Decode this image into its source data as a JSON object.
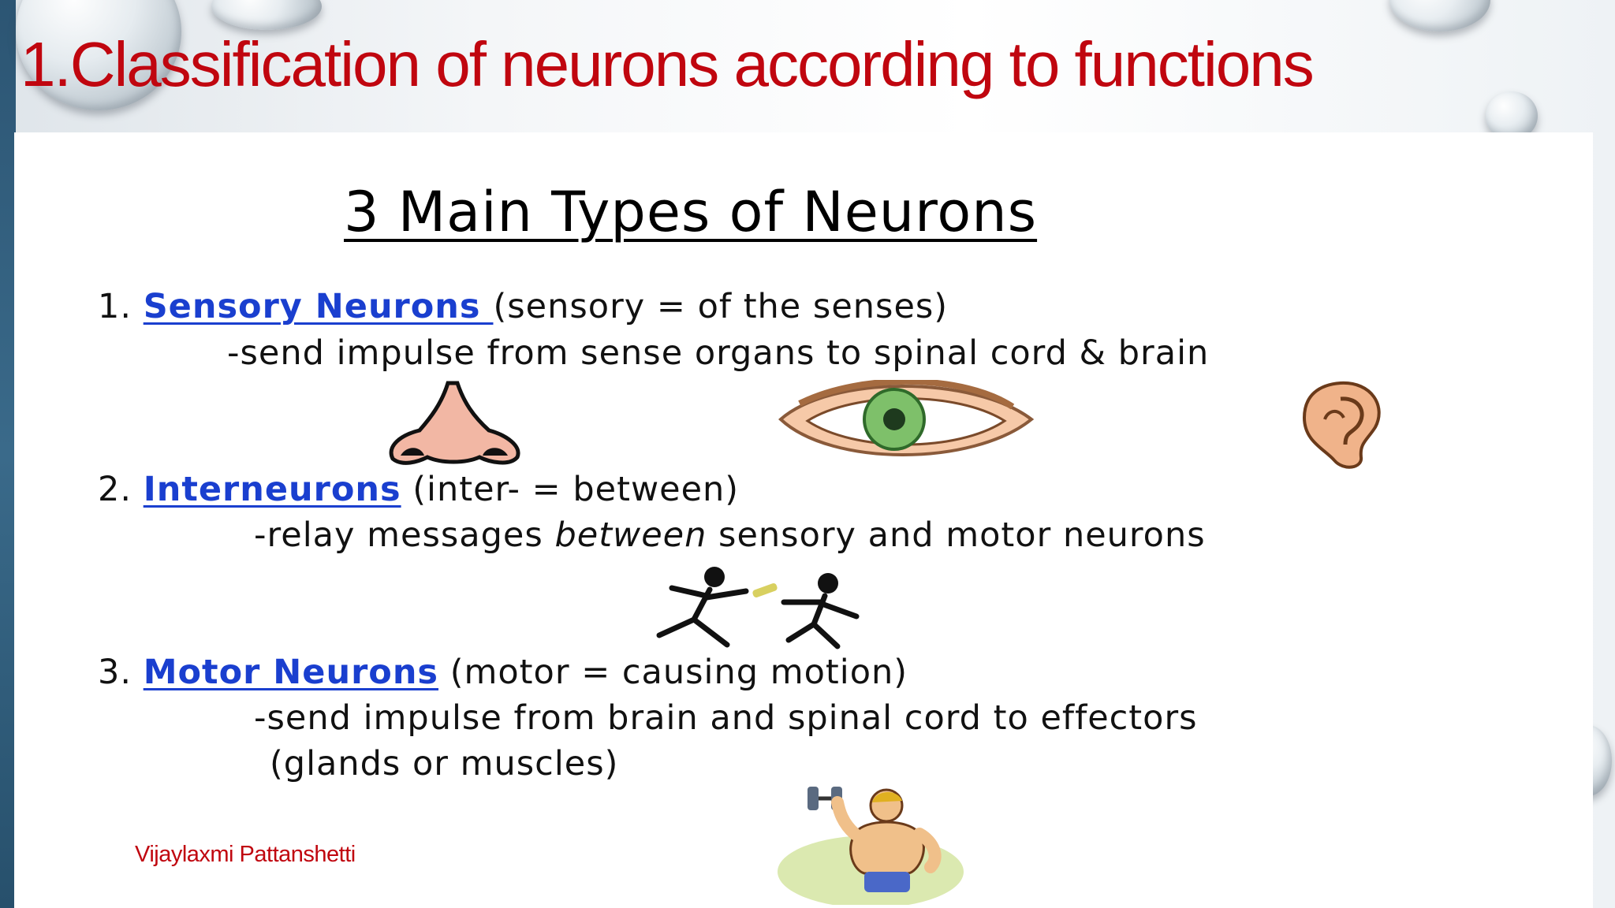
{
  "slide": {
    "title": "1.Classification of neurons according to functions",
    "author": "Vijaylaxmi Pattanshetti"
  },
  "content": {
    "heading": "3 Main Types of Neurons",
    "items": [
      {
        "number": "1.",
        "term": "Sensory Neurons ",
        "definition": "(sensory = of the senses)",
        "description": "-send impulse from sense organs to spinal cord & brain",
        "illustrations": [
          "nose-icon",
          "eye-icon",
          "ear-icon"
        ]
      },
      {
        "number": "2.",
        "term": "Interneurons",
        "definition": "(inter- = between)",
        "description_before": "-relay messages ",
        "description_emphasis": "between",
        "description_after": " sensory and motor neurons",
        "illustrations": [
          "relay-runners-icon"
        ]
      },
      {
        "number": "3.",
        "term": "Motor Neurons",
        "definition": "(motor = causing motion)",
        "description": "-send impulse from brain and spinal cord to effectors",
        "description_line2": "(glands or muscles)",
        "illustrations": [
          "weightlifter-icon"
        ]
      }
    ]
  },
  "colors": {
    "title": "#c0060f",
    "term": "#1a3fcf",
    "left_bar": "#2c5573"
  }
}
